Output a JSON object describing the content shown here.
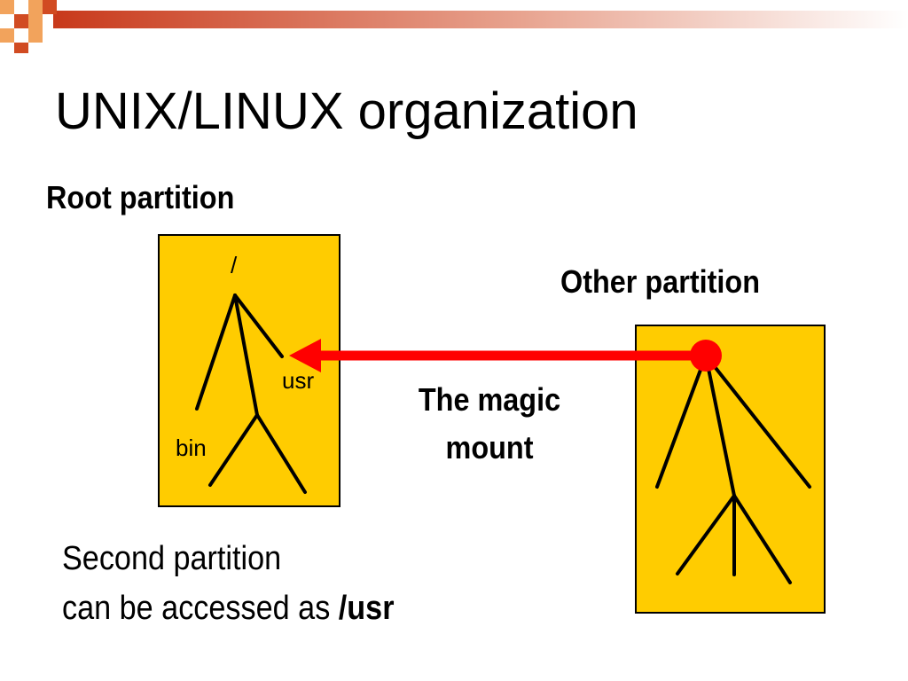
{
  "slide": {
    "title": "UNIX/LINUX organization",
    "root_partition_label": "Root partition",
    "other_partition_label": "Other partition",
    "magic_line1": "The magic",
    "magic_line2": "mount",
    "bottom_line1": "Second partition",
    "bottom_line2_prefix": "can be accessed as ",
    "bottom_line2_emph": "/usr"
  },
  "tree": {
    "root_label": "/",
    "usr_label": "usr",
    "bin_label": "bin"
  },
  "colors": {
    "partition_fill": "#FFCC00",
    "arrow": "#FF0000",
    "header_accent": "#D14B22",
    "header_secondary": "#F2A35C"
  }
}
